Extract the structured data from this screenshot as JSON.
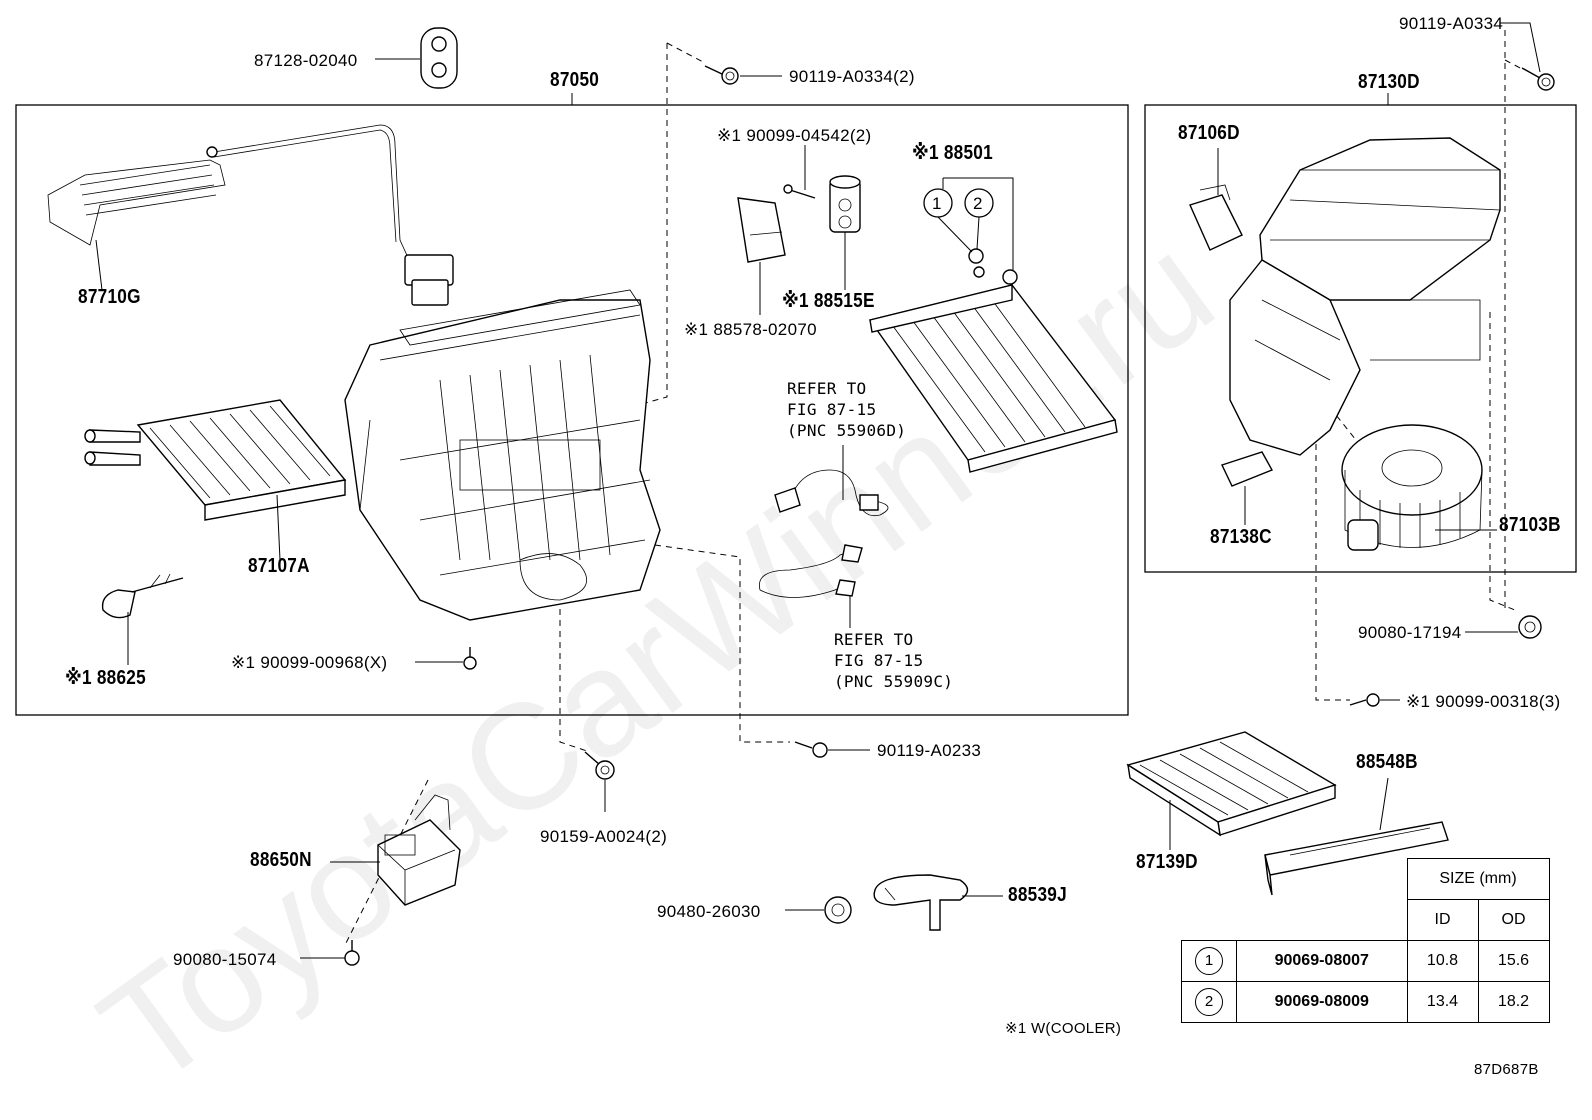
{
  "watermark": "ToyotaCarWinner.ru",
  "diagram_code": "87D687B",
  "note": "※1 W(COOLER)",
  "labels": {
    "l_87050": "87050",
    "l_87130D": "87130D",
    "l_87128": "87128-02040",
    "l_90119_a0334_2": "90119-A0334(2)",
    "l_90119_a0334": "90119-A0334",
    "l_90099_04542": "※1 90099-04542(2)",
    "l_88501": "※1 88501",
    "l_87710G": "87710G",
    "l_88515E": "※1 88515E",
    "l_88578": "※1 88578-02070",
    "l_87106D": "87106D",
    "l_87107A": "87107A",
    "l_88625": "※1 88625",
    "l_90099_00968": "※1 90099-00968(X)",
    "l_87138C": "87138C",
    "l_87103B": "87103B",
    "l_90080_17194": "90080-17194",
    "l_90099_00318": "※1 90099-00318(3)",
    "l_90119_a0233": "90119-A0233",
    "l_90159": "90159-A0024(2)",
    "l_88548B": "88548B",
    "l_87139D": "87139D",
    "l_88650N": "88650N",
    "l_90480": "90480-26030",
    "l_88539J": "88539J",
    "l_90080_15074": "90080-15074",
    "circle_1": "1",
    "circle_2": "2"
  },
  "refer_1": "REFER TO\nFIG 87-15\n(PNC 55906D)",
  "refer_2": "REFER TO\nFIG 87-15\n(PNC 55909C)",
  "size_table": {
    "title": "SIZE (mm)",
    "col_id": "ID",
    "col_od": "OD",
    "rows": [
      {
        "mark": "1",
        "part": "90069-08007",
        "id": "10.8",
        "od": "15.6"
      },
      {
        "mark": "2",
        "part": "90069-08009",
        "id": "13.4",
        "od": "18.2"
      }
    ]
  }
}
